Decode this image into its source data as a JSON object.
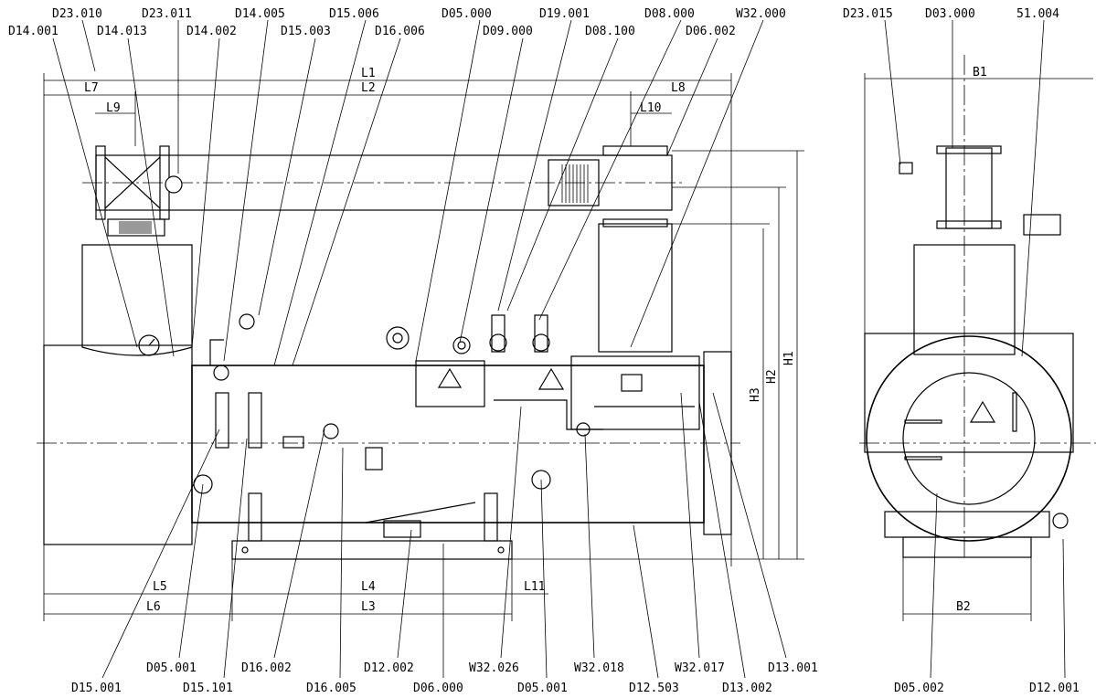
{
  "top_callouts_row1": [
    "D23.010",
    "D23.011",
    "D14.005",
    "D15.006",
    "D05.000",
    "D19.001",
    "D08.000",
    "W32.000"
  ],
  "top_callouts_row2": [
    "D14.001",
    "D14.013",
    "D14.002",
    "D15.003",
    "D16.006",
    "D09.000",
    "D08.100",
    "D06.002"
  ],
  "side_top_callouts": [
    "D23.015",
    "D03.000",
    "51.004"
  ],
  "bottom_callouts_row1": [
    "D05.001",
    "D16.002",
    "D12.002",
    "W32.026",
    "W32.018",
    "W32.017",
    "D13.001"
  ],
  "bottom_callouts_row2": [
    "D15.001",
    "D15.101",
    "D16.005",
    "D06.000",
    "D05.001",
    "D12.503",
    "D13.002"
  ],
  "side_bottom_callouts": [
    "D05.002",
    "D12.001"
  ],
  "dimensions": {
    "L1": "L1",
    "L2": "L2",
    "L3": "L3",
    "L4": "L4",
    "L5": "L5",
    "L6": "L6",
    "L7": "L7",
    "L8": "L8",
    "L9": "L9",
    "L10": "L10",
    "L11": "L11",
    "H1": "H1",
    "H2": "H2",
    "H3": "H3",
    "B1": "B1",
    "B2": "B2"
  },
  "icons": [
    "high-voltage-warning-icon",
    "pressure-gauge-icon",
    "safety-valve-icon",
    "handwheel-valve-icon"
  ]
}
